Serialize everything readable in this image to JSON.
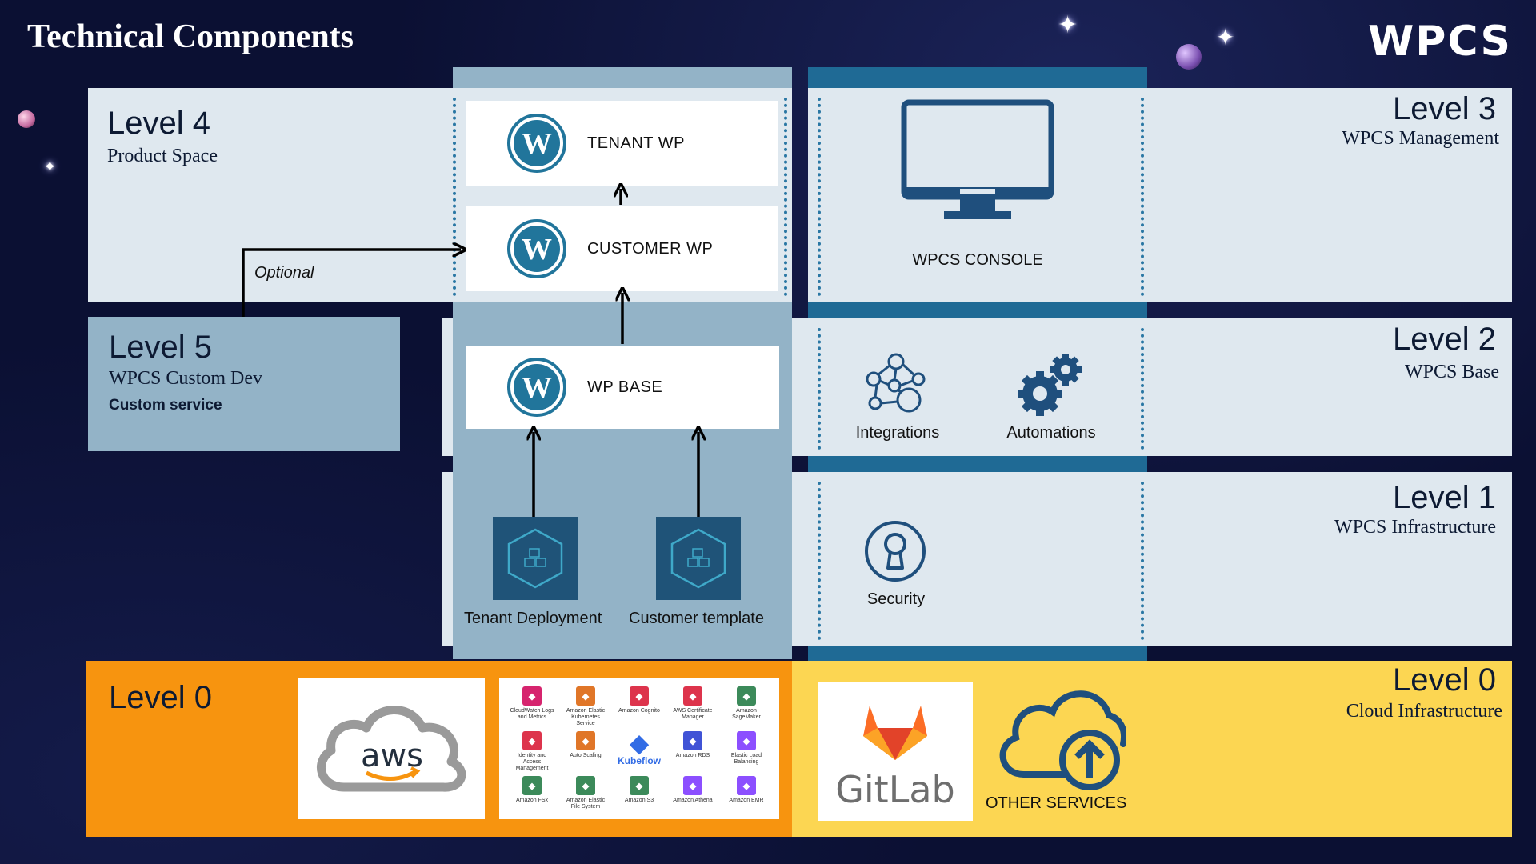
{
  "header": {
    "title": "Technical Components",
    "logo": "WPCS"
  },
  "level4": {
    "title": "Level 4",
    "subtitle": "Product Space",
    "optional_label": "Optional"
  },
  "level5": {
    "title": "Level 5",
    "subtitle": "WPCS Custom Dev",
    "detail": "Custom service"
  },
  "level3": {
    "title": "Level 3",
    "subtitle": "WPCS Management",
    "console_label": "WPCS CONSOLE"
  },
  "level2": {
    "title": "Level 2",
    "subtitle": "WPCS Base",
    "integrations_label": "Integrations",
    "automations_label": "Automations"
  },
  "level1": {
    "title": "Level 1",
    "subtitle": "WPCS Infrastructure",
    "security_label": "Security"
  },
  "level0_left": {
    "title": "Level 0"
  },
  "level0_right": {
    "title": "Level 0",
    "subtitle": "Cloud Infrastructure",
    "gitlab_label": "GitLab",
    "other_services_label": "OTHER SERVICES"
  },
  "wordpress_stack": {
    "tenant_wp": "TENANT WP",
    "customer_wp": "CUSTOMER WP",
    "wp_base": "WP BASE",
    "tenant_deployment": "Tenant Deployment",
    "customer_template": "Customer template"
  },
  "aws": {
    "logo_text": "aws",
    "services": [
      {
        "name": "CloudWatch Logs and Metrics",
        "color": "#d6246e"
      },
      {
        "name": "Amazon Elastic Kubernetes Service",
        "color": "#e07628"
      },
      {
        "name": "Amazon Cognito",
        "color": "#dd344c"
      },
      {
        "name": "AWS Certificate Manager",
        "color": "#dd344c"
      },
      {
        "name": "Amazon SageMaker",
        "color": "#3c8a5a"
      },
      {
        "name": "Identity and Access Management",
        "color": "#dd344c"
      },
      {
        "name": "Auto Scaling",
        "color": "#e07628"
      },
      {
        "name": "Kubeflow",
        "color": "#326ce5"
      },
      {
        "name": "Amazon RDS",
        "color": "#4053d6"
      },
      {
        "name": "Elastic Load Balancing",
        "color": "#8c4fff"
      },
      {
        "name": "Amazon FSx",
        "color": "#3c8a5a"
      },
      {
        "name": "Amazon Elastic File System",
        "color": "#3c8a5a"
      },
      {
        "name": "Amazon S3",
        "color": "#3c8a5a"
      },
      {
        "name": "Amazon Athena",
        "color": "#8c4fff"
      },
      {
        "name": "Amazon EMR",
        "color": "#8c4fff"
      }
    ]
  },
  "colors": {
    "background": "#0b1033",
    "light_panel": "#dfe8ef",
    "mid_panel": "#93b3c7",
    "dark_blue": "#1f5378",
    "orange": "#f7940f",
    "yellow": "#fcd652",
    "accent": "#2a77a4"
  }
}
